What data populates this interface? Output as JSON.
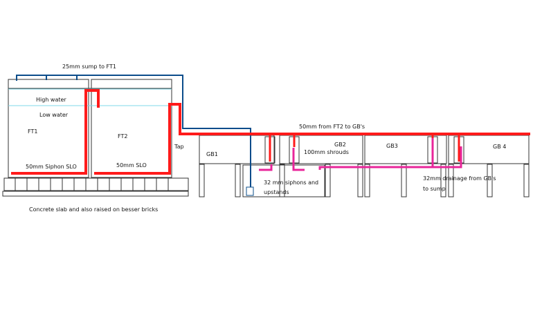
{
  "colors": {
    "red_pipe": "#ff1a1a",
    "blue_pipe": "#0a4c8a",
    "pink_pipe": "#e8259a",
    "water_line": "#7fd8e8",
    "outline": "#333333"
  },
  "labels": {
    "sump_pipe": "25mm sump to FT1",
    "high_water": "High water",
    "low_water": "Low water",
    "ft1": "FT1",
    "ft2": "FT2",
    "tap": "Tap",
    "siphon_ft1": "50mm Siphon SLO",
    "siphon_ft2": "50mm SLO",
    "main_pipe": "50mm from FT2 to GB's",
    "gb1": "GB1",
    "gb2": "GB2",
    "gb3": "GB3",
    "gb4": "GB 4",
    "shrouds": "100mm shrouds",
    "siphons_line1": "32 mm siphons and",
    "siphons_line2": "upstands",
    "drainage_line1": "32mm drainage from GB's",
    "drainage_line2": "to sump",
    "slab": "Concrete slab and also raised on besser bricks"
  }
}
